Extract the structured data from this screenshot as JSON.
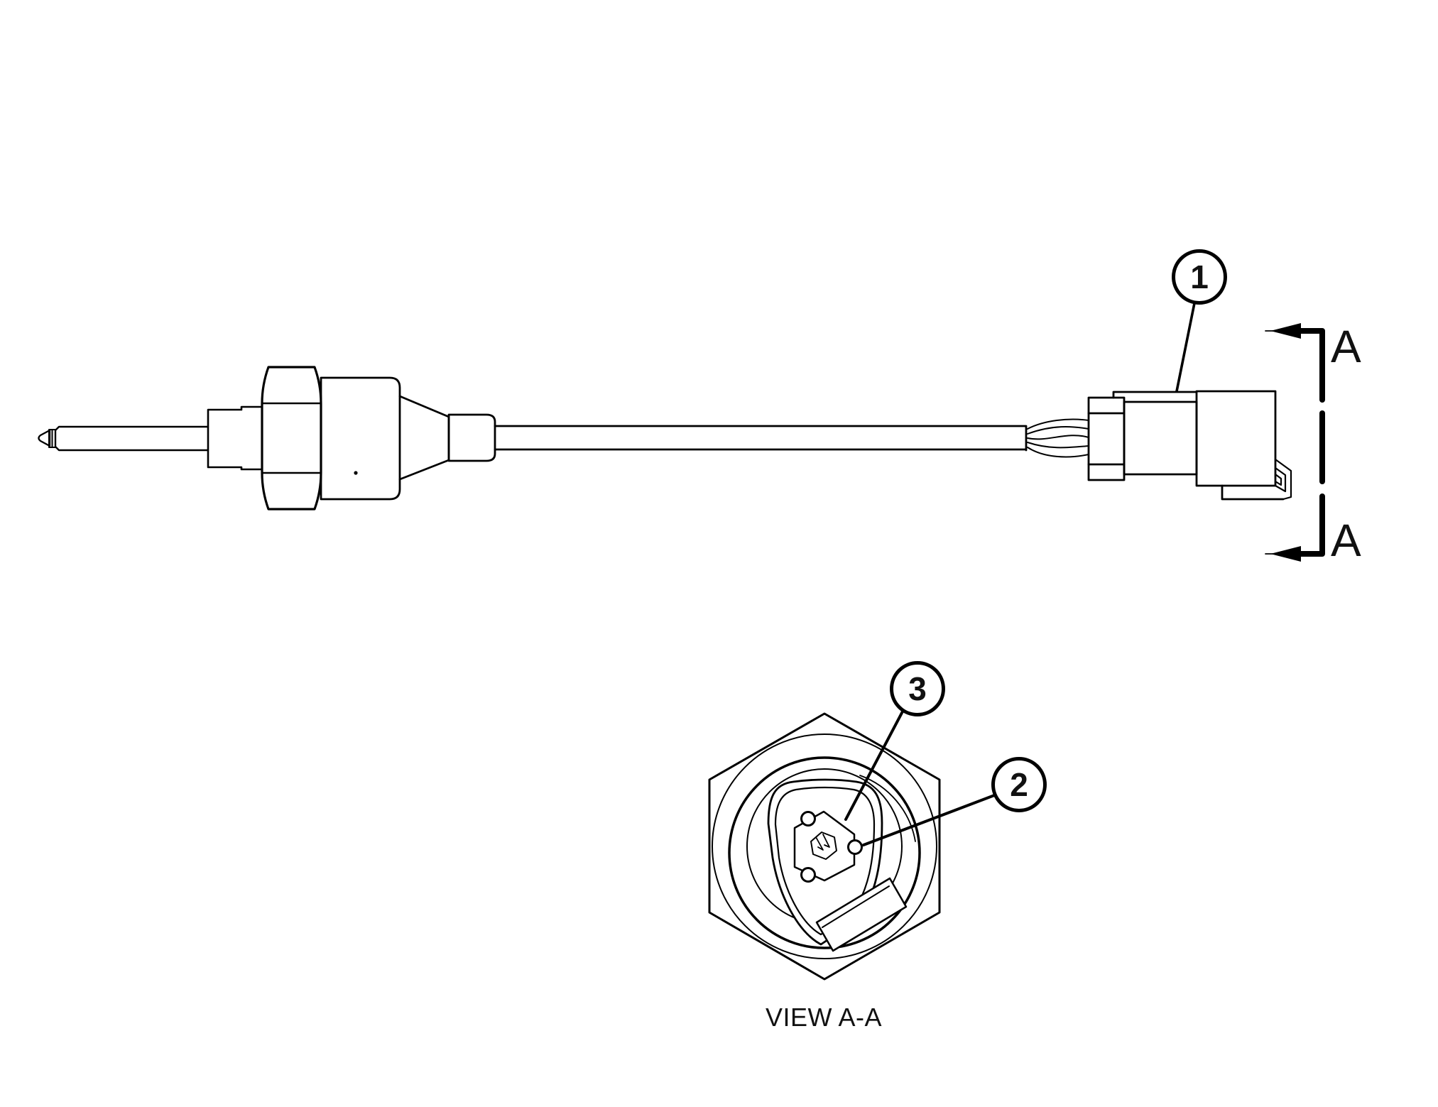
{
  "colors": {
    "ink": "#000000",
    "paper": "#ffffff"
  },
  "callouts": [
    {
      "label": "1"
    },
    {
      "label": "2"
    },
    {
      "label": "3"
    }
  ],
  "section": {
    "label_top": "A",
    "label_bottom": "A"
  },
  "caption": "VIEW A-A"
}
